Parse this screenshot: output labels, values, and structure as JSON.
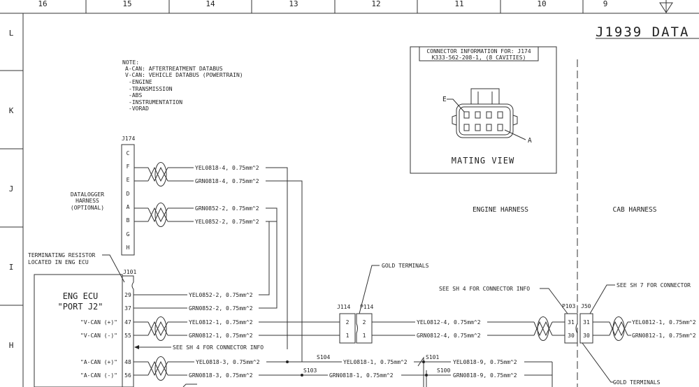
{
  "grid": {
    "columns": [
      "16",
      "15",
      "14",
      "13",
      "12",
      "11",
      "10",
      "9"
    ],
    "rows": [
      "L",
      "K",
      "J",
      "I",
      "H"
    ]
  },
  "title": "J1939 DATA",
  "note": {
    "lines": [
      "NOTE:",
      "A-CAN: AFTERTREATMENT DATABUS",
      "V-CAN: VEHICLE DATABUS (POWERTRAIN)",
      "-ENGINE",
      "-TRANSMISSION",
      "-ABS",
      "-INSTRUMENTATION",
      "-VORAD"
    ]
  },
  "connector_info": {
    "line1": "CONNECTOR INFORMATION FOR:  J174",
    "line2": "K333-562-208-1, (8 CAVITIES)",
    "pin_e": "E",
    "pin_a": "A",
    "view": "MATING VIEW"
  },
  "harness_labels": {
    "engine": "ENGINE HARNESS",
    "cab": "CAB HARNESS"
  },
  "datalogger": {
    "label": [
      "DATALOGGER",
      "HARNESS",
      "(OPTIONAL)"
    ],
    "connector": "J174",
    "pins": [
      "C",
      "F",
      "E",
      "D",
      "A",
      "B",
      "G",
      "H"
    ]
  },
  "terminating_resistor": [
    "TERMINATING RESISTOR",
    "LOCATED IN ENG ECU"
  ],
  "ecu": {
    "title": [
      "ENG ECU",
      "\"PORT J2\""
    ],
    "connector": "J101",
    "rows": [
      {
        "signal": "",
        "pin": "29"
      },
      {
        "signal": "",
        "pin": "37"
      },
      {
        "signal": "\"V-CAN (+)\"",
        "pin": "47"
      },
      {
        "signal": "\"V-CAN (-)\"",
        "pin": "55"
      },
      {
        "signal": "\"A-CAN (+)\"",
        "pin": "48"
      },
      {
        "signal": "\"A-CAN (-)\"",
        "pin": "56"
      }
    ]
  },
  "connectors": {
    "j114": "J114",
    "p114": "P114",
    "j114_pins": [
      "2",
      "1"
    ],
    "p103": "P103",
    "j50": "J50",
    "p103_pins": [
      "31",
      "30"
    ],
    "s101": "S101",
    "s100": "S100",
    "s103": "S103",
    "s104": "S104"
  },
  "callouts": {
    "gold_terminals": "GOLD TERMINALS",
    "gold_terminals_bottom": "GOLD TERMINALS",
    "see_sh4_right": "SEE SH 4 FOR CONNECTOR INFO",
    "see_sh7": "SEE SH 7 FOR CONNECTOR",
    "see_sh4_left": "SEE SH 4 FOR CONNECTOR INFO"
  },
  "wires": {
    "dl_f": "YEL0818-4, 0.75mm^2",
    "dl_e": "GRN0818-4, 0.75mm^2",
    "dl_a": "GRN0852-2, 0.75mm^2",
    "dl_b": "YEL0852-2, 0.75mm^2",
    "ecu_29": "YEL0852-2, 0.75mm^2",
    "ecu_37": "GRN0852-2, 0.75mm^2",
    "ecu_47": "YEL0812-1, 0.75mm^2",
    "ecu_55": "GRN0812-1, 0.75mm^2",
    "ecu_48": "YEL0818-3, 0.75mm^2",
    "ecu_56": "GRN0818-3, 0.75mm^2",
    "mid_yel": "YEL0812-4, 0.75mm^2",
    "mid_grn": "GRN0812-4, 0.75mm^2",
    "right_yel": "YEL0812-1, 0.75mm^2",
    "right_grn": "GRN0812-1, 0.75mm^2",
    "s104_out": "YEL0818-1, 0.75mm^2",
    "s103_out": "GRN0818-1, 0.75mm^2",
    "s101_out": "YEL0818-9, 0.75mm^2",
    "s100_out": "GRN0818-9, 0.75mm^2"
  }
}
